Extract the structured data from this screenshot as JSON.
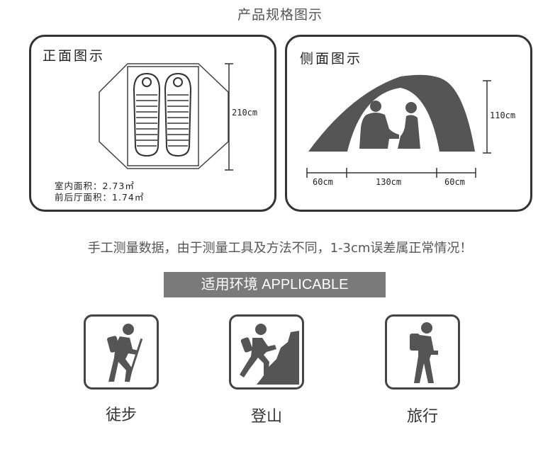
{
  "page_title": "产品规格图示",
  "front_view": {
    "title": "正面图示",
    "length_label": "210cm",
    "indoor_area": "室内面积：2.73㎡",
    "vestibule_area": "前后厅面积：1.74㎡",
    "icon": "sleeping-bag-icon"
  },
  "side_view": {
    "title": "侧面图示",
    "height_label": "110cm",
    "widths": [
      "60cm",
      "130cm",
      "60cm"
    ],
    "icon": "people-in-tent-icon"
  },
  "measurement_note": "手工测量数据，由于测量工具及方法不同，1-3cm误差属正常情况！",
  "applicable": {
    "banner": "适用环境  APPLICABLE",
    "items": [
      {
        "label": "徒步",
        "icon": "hiking-icon"
      },
      {
        "label": "登山",
        "icon": "climbing-icon"
      },
      {
        "label": "旅行",
        "icon": "backpacker-icon"
      }
    ]
  },
  "colors": {
    "tent_dark": "#555555",
    "banner_bg": "#7a7a7a",
    "border": "#333333"
  }
}
